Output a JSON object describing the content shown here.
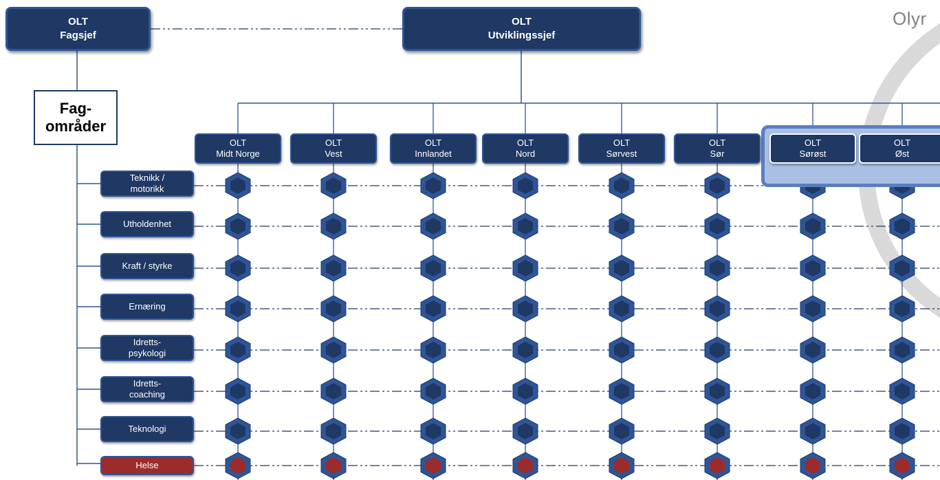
{
  "brand": {
    "text": "Olyr"
  },
  "top": {
    "fagsjef": {
      "line1": "OLT",
      "line2": "Fagsjef"
    },
    "utviklingssjef": {
      "line1": "OLT",
      "line2": "Utviklingssjef"
    }
  },
  "fagomrader": {
    "line1": "Fag-",
    "line2": "områder"
  },
  "regions": [
    {
      "line1": "OLT",
      "line2": "Midt Norge"
    },
    {
      "line1": "OLT",
      "line2": "Vest"
    },
    {
      "line1": "OLT",
      "line2": "Innlandet"
    },
    {
      "line1": "OLT",
      "line2": "Nord"
    },
    {
      "line1": "OLT",
      "line2": "Sørvest"
    },
    {
      "line1": "OLT",
      "line2": "Sør"
    },
    {
      "line1": "OLT",
      "line2": "Sørøst"
    },
    {
      "line1": "OLT",
      "line2": "Øst"
    }
  ],
  "areas": [
    {
      "line1": "Teknikk /",
      "line2": "motorikk",
      "kind": "normal"
    },
    {
      "line1": "Utholdenhet",
      "line2": "",
      "kind": "normal"
    },
    {
      "line1": "Kraft / styrke",
      "line2": "",
      "kind": "normal"
    },
    {
      "line1": "Ernæring",
      "line2": "",
      "kind": "normal"
    },
    {
      "line1": "Idretts-",
      "line2": "psykologi",
      "kind": "normal"
    },
    {
      "line1": "Idretts-",
      "line2": "coaching",
      "kind": "normal"
    },
    {
      "line1": "Teknologi",
      "line2": "",
      "kind": "normal"
    },
    {
      "line1": "Helse",
      "line2": "",
      "kind": "helse"
    }
  ],
  "colors": {
    "navy": "#1f3864",
    "border": "#2e5597",
    "line": "#2e5597",
    "helse": "#9b2c2c",
    "group_highlight": "#a9c0e4",
    "brand_ring": "#d9d9d9"
  }
}
